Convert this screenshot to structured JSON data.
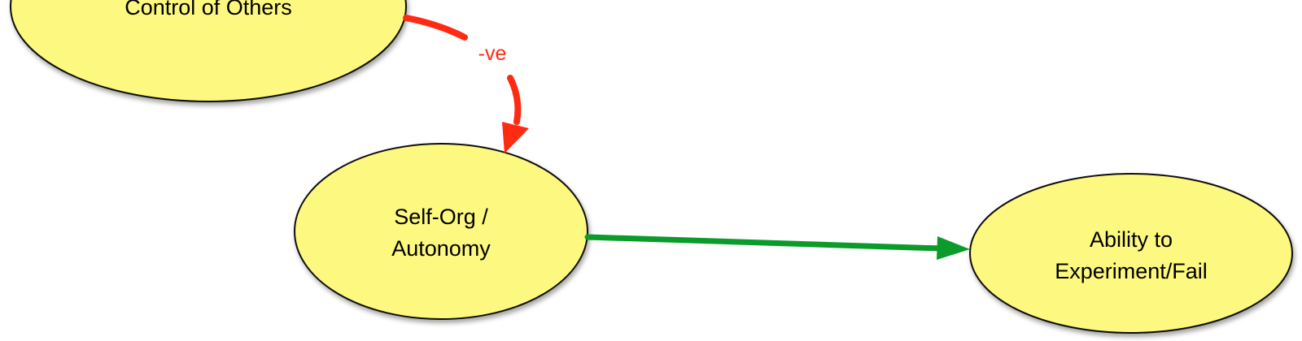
{
  "diagram": {
    "colors": {
      "node_fill": "#fdf87f",
      "node_stroke": "#111111",
      "negative_edge": "#ff2a12",
      "positive_edge": "#0a9b2a"
    },
    "nodes": {
      "control_of_others": {
        "line1": "Control of Others"
      },
      "self_org": {
        "line1": "Self-Org /",
        "line2": "Autonomy"
      },
      "ability": {
        "line1": "Ability to",
        "line2": "Experiment/Fail"
      }
    },
    "edges": {
      "control_to_selforg": {
        "label": "-ve"
      },
      "selforg_to_ability": {
        "label": ""
      }
    }
  }
}
